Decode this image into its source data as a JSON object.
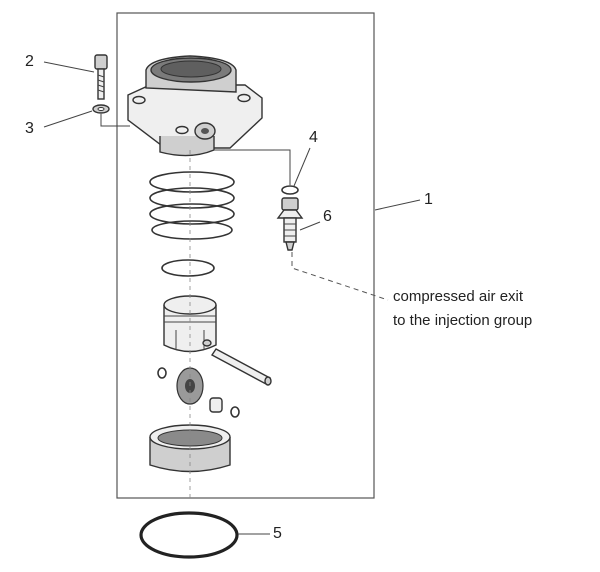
{
  "callouts": {
    "c1": "1",
    "c2": "2",
    "c3": "3",
    "c4": "4",
    "c5": "5",
    "c6": "6"
  },
  "note": {
    "line1": "compressed air exit",
    "line2": "to the injection group"
  }
}
